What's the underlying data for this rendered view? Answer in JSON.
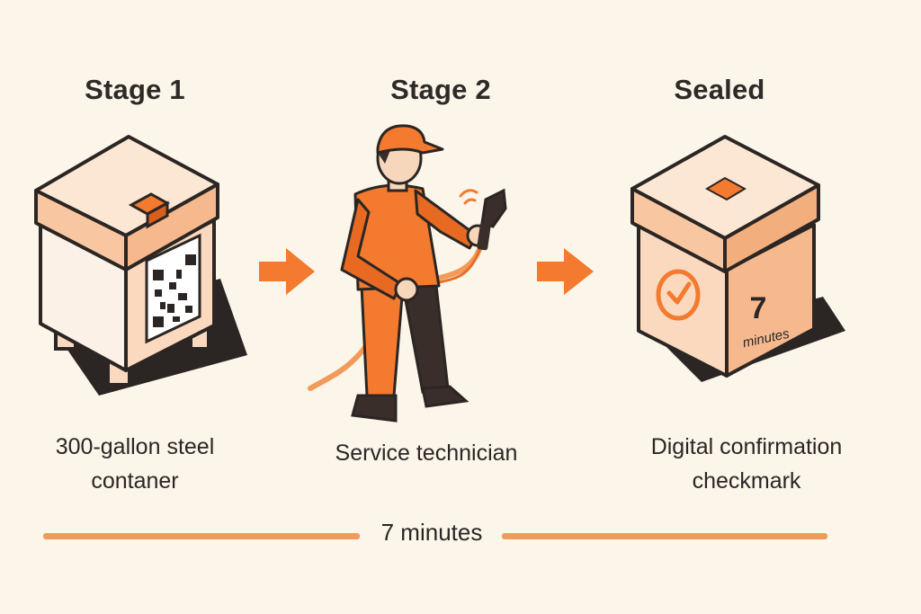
{
  "stages": [
    {
      "title": "Stage 1",
      "caption_line1": "300-gallon steel",
      "caption_line2": "contaner"
    },
    {
      "title": "Stage 2",
      "caption_line1": "Service technician",
      "caption_line2": ""
    },
    {
      "title": "Sealed",
      "caption_line1": "Digital confirmation",
      "caption_line2": "checkmark"
    }
  ],
  "sealed_box": {
    "number": "7",
    "unit": "minutes"
  },
  "timeline": {
    "label": "7 minutes"
  },
  "colors": {
    "background": "#FBF5EA",
    "accent_orange": "#F37A2E",
    "peach": "#FBD9BF",
    "outline": "#2B2623",
    "shadow": "#2B2623"
  }
}
